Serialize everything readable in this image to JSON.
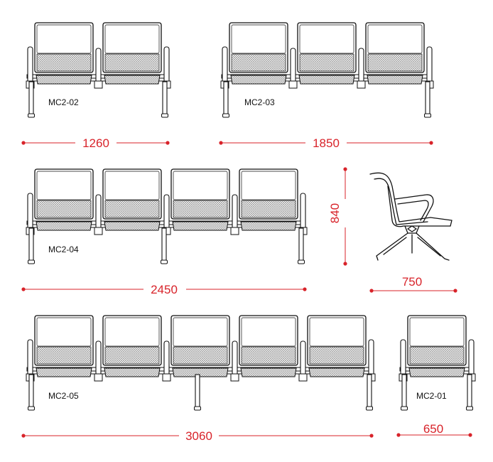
{
  "colors": {
    "dimension": "#d8232a",
    "outline": "#111111",
    "mesh": "#9a9a9a"
  },
  "models": {
    "mc2_02": {
      "label": "MC2-02",
      "seats": 2,
      "width": "1260"
    },
    "mc2_03": {
      "label": "MC2-03",
      "seats": 3,
      "width": "1850"
    },
    "mc2_04": {
      "label": "MC2-04",
      "seats": 4,
      "width": "2450"
    },
    "mc2_05": {
      "label": "MC2-05",
      "seats": 5,
      "width": "3060"
    },
    "mc2_01": {
      "label": "MC2-01",
      "seats": 1,
      "width": "650"
    }
  },
  "side_view": {
    "height": "840",
    "depth": "750"
  }
}
